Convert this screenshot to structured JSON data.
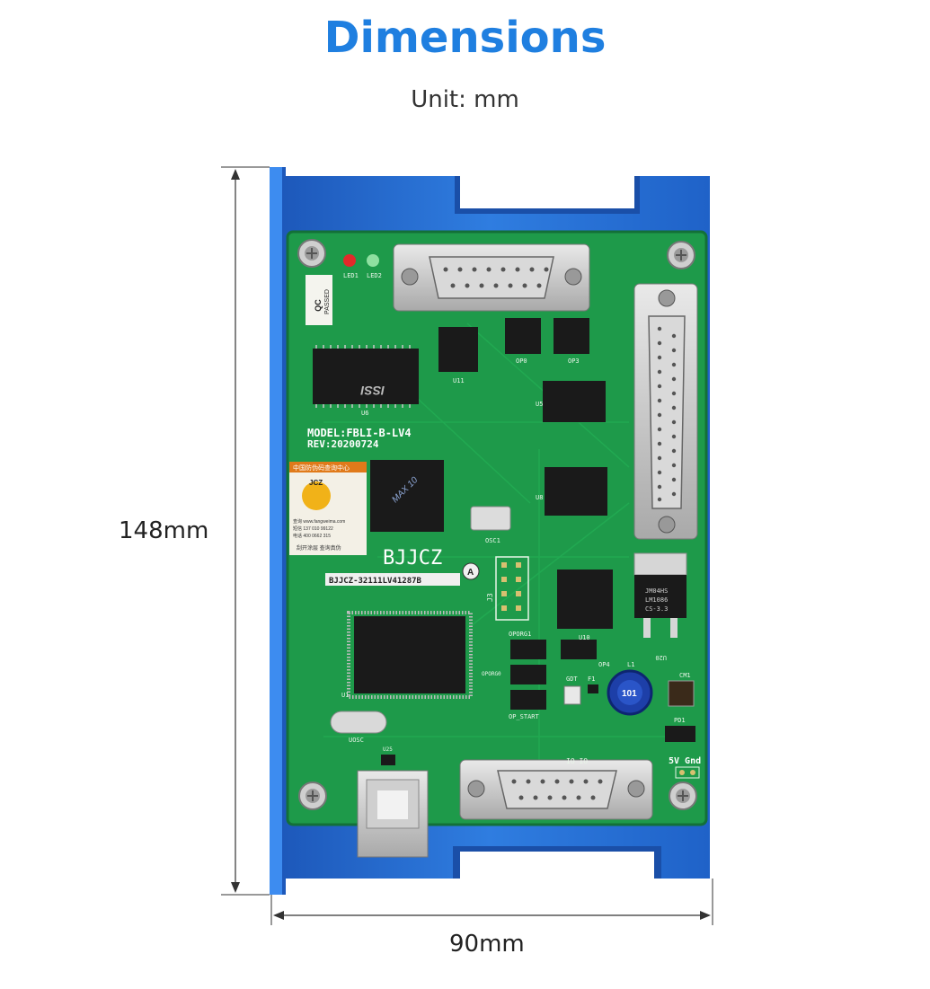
{
  "title": "Dimensions",
  "unit_label": "Unit: mm",
  "height_label": "148mm",
  "width_label": "90mm",
  "board": {
    "model": "MODEL:FBLI-B-LV4",
    "rev": "REV:20200724",
    "brand": "BJJCZ",
    "serial": "BJJCZ-32111LV41287B",
    "serial_tag": "A",
    "qc": "QC",
    "qc_passed": "PASSED",
    "chip_memory_brand": "ISSI",
    "chip_fpga": "MAX 10",
    "regulator_line1": "JM04HS",
    "regulator_line2": "LM1086",
    "regulator_line3": "CS-3.3",
    "inductor": "101",
    "power_label": "5V Gnd",
    "labels": {
      "led1": "LED1",
      "led2": "LED2",
      "u6": "U6",
      "u11": "U11",
      "op0": "OP0",
      "op3": "OP3",
      "u5": "U5",
      "u8": "U8",
      "osc1": "OSC1",
      "u1": "U1",
      "uosc": "UOSC",
      "u25": "U25",
      "u10": "U10",
      "u20": "U20",
      "op_start": "OP_START",
      "oporg1": "OPORG1",
      "oporg0": "OPORG0",
      "gdt": "GDT",
      "f1": "F1",
      "l1": "L1",
      "cm1": "CM1",
      "pd1": "PD1",
      "io": "IO IO",
      "j3": "J3",
      "op4": "OP4"
    },
    "sticker_lines": [
      "中国防伪码查询中心",
      "JCZ",
      "查询 www.fangweima.com",
      "短信 137 010 99122",
      "电话 400 0662 315",
      "刮开涂层 查询真伪"
    ]
  },
  "colors": {
    "title": "#1f7fe0",
    "enclosure": "#2a6fd6",
    "pcb": "#1e9a4a",
    "pcb_dark": "#157a3a"
  }
}
